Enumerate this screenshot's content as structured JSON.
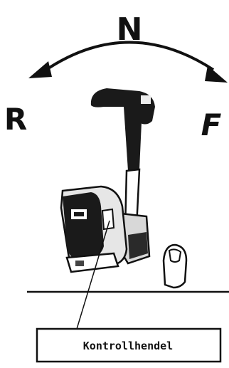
{
  "labels": {
    "neutral": "N",
    "reverse": "R",
    "forward": "F",
    "callout": "Kontrollhendel"
  },
  "colors": {
    "ink": "#111111",
    "paper": "#ffffff",
    "handle": "#1a1a1a",
    "housing_light": "#e6e6e6"
  }
}
